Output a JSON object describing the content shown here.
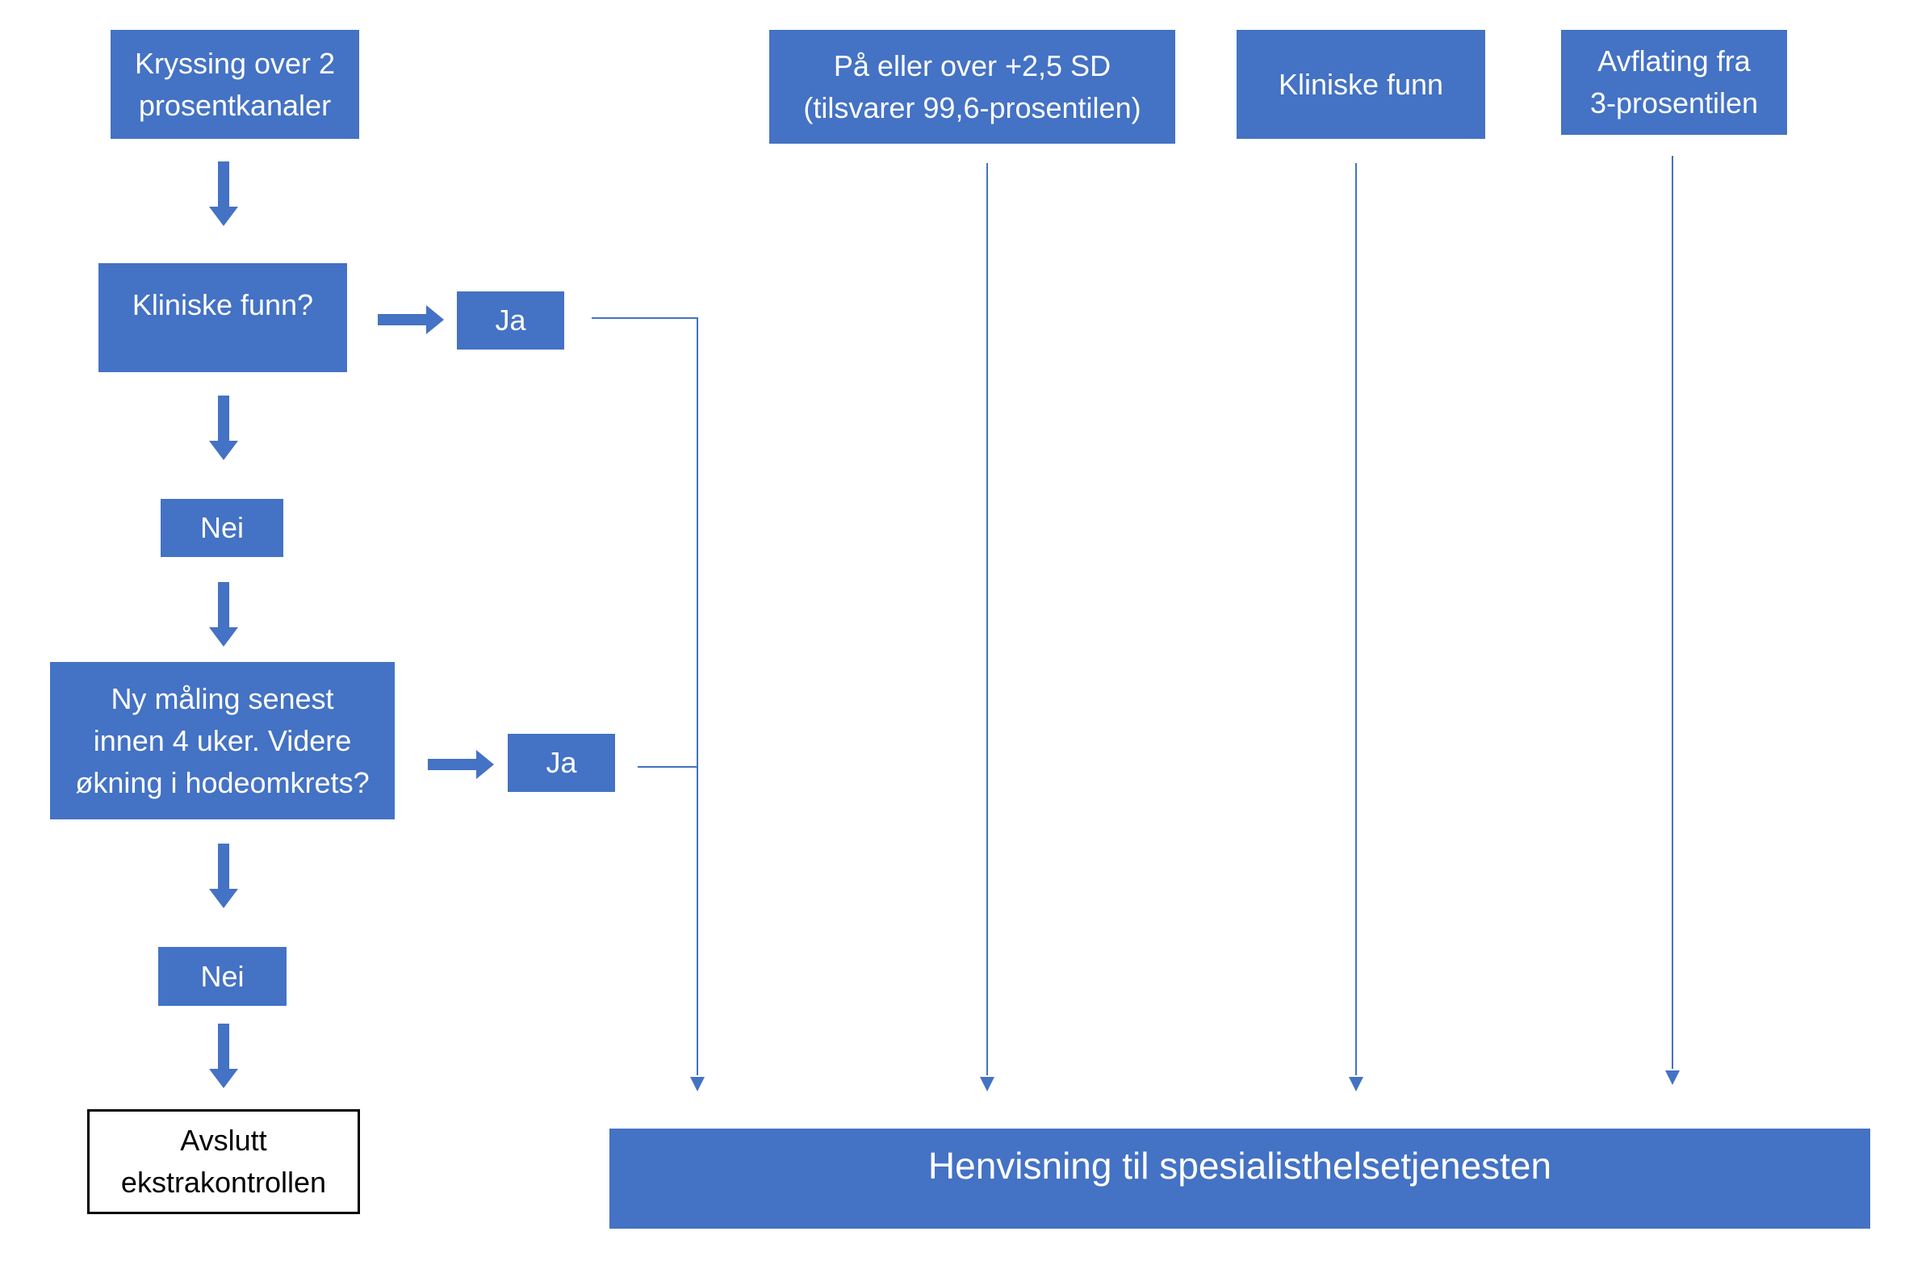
{
  "flowchart": {
    "left": {
      "crossing": "Kryssing over 2\nprosentkanaler",
      "clinical_question": "Kliniske funn?",
      "yes_1": "Ja",
      "no_1": "Nei",
      "new_measurement": "Ny måling senest\ninnen 4 uker. Videre\nøkning i hodeomkrets?",
      "yes_2": "Ja",
      "no_2": "Nei",
      "end_control": "Avslutt\nekstrakontrollen"
    },
    "criteria": {
      "above_sd": "På eller over +2,5 SD\n(tilsvarer 99,6-prosentilen)",
      "clinical_findings": "Kliniske funn",
      "flattening": "Avflating fra\n3-prosentilen"
    },
    "referral": "Henvisning til spesialisthelsetjenesten",
    "colors": {
      "box_fill": "#4472C4",
      "box_text": "#FFFFFF",
      "end_border": "#000000"
    }
  }
}
